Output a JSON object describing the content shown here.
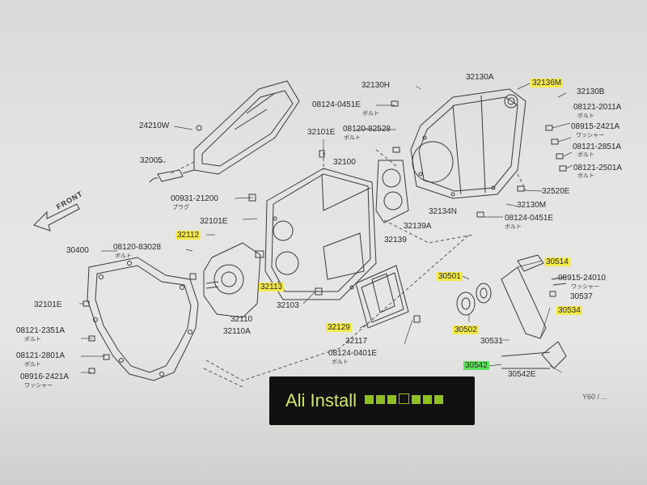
{
  "front_label": "FRONT",
  "watermark": {
    "text": "Ali Install",
    "squares": [
      "#8fbf23",
      "#8fbf23",
      "#8fbf23",
      "#111111",
      "#8fbf23",
      "#8fbf23",
      "#8fbf23"
    ],
    "text_color": "#cfe86a"
  },
  "corner_code": "Y60 / ...",
  "highlight_color": "#f3e94a",
  "highlight_green": "#5fe05f",
  "parts": {
    "p32130H": "32130H",
    "p32130A": "32130A",
    "p32136M": "32136M",
    "p32130B": "32130B",
    "p08124_0451E_top": "08124-0451E",
    "p08124_0451E_top_sub": "ボルト",
    "p08121_2011A": "08121-2011A",
    "p08121_2011A_sub": "ボルト",
    "p08915_2421A_r": "08915-2421A",
    "p08915_2421A_r_sub": "ワッシャー",
    "p08121_2851A": "08121-2851A",
    "p08121_2851A_sub": "ボルト",
    "p08121_2501A": "08121-2501A",
    "p08121_2501A_sub": "ボルト",
    "p24210W": "24210W",
    "p32101E_top": "32101E",
    "p08120_82528": "08120-82528",
    "p08120_82528_sub": "ボルト",
    "p32005": "32005",
    "p32100": "32100",
    "p32520E": "32520E",
    "p32130M": "32130M",
    "p00931_21200": "00931-21200",
    "p00931_21200_sub": "プラグ",
    "p32134N": "32134N",
    "p08124_0451E_mid": "08124-0451E",
    "p08124_0451E_mid_sub": "ボルト",
    "p32112": "32112",
    "p32101E_mid": "32101E",
    "p32139A": "32139A",
    "p32139": "32139",
    "p30400": "30400",
    "p08120_83028": "08120-83028",
    "p08120_83028_sub": "ボルト",
    "p30514": "30514",
    "p30501": "30501",
    "p08915_24010": "08915-24010",
    "p08915_24010_sub": "ワッシャー",
    "p32113": "32113",
    "p30537": "30537",
    "p32101E_left": "32101E",
    "p32103": "32103",
    "p30534": "30534",
    "p32110": "32110",
    "p08121_2351A": "08121-2351A",
    "p08121_2351A_sub": "ボルト",
    "p32110A": "32110A",
    "p32129": "32129",
    "p30502": "30502",
    "p32117": "32117",
    "p30531": "30531",
    "p08124_0401E": "08124-0401E",
    "p08124_0401E_sub": "ボルト",
    "p08121_2801A": "08121-2801A",
    "p08121_2801A_sub": "ボルト",
    "p30542": "30542",
    "p30542E": "30542E",
    "p08916_2421A": "08916-2421A",
    "p08916_2421A_sub": "ワッシャー"
  }
}
